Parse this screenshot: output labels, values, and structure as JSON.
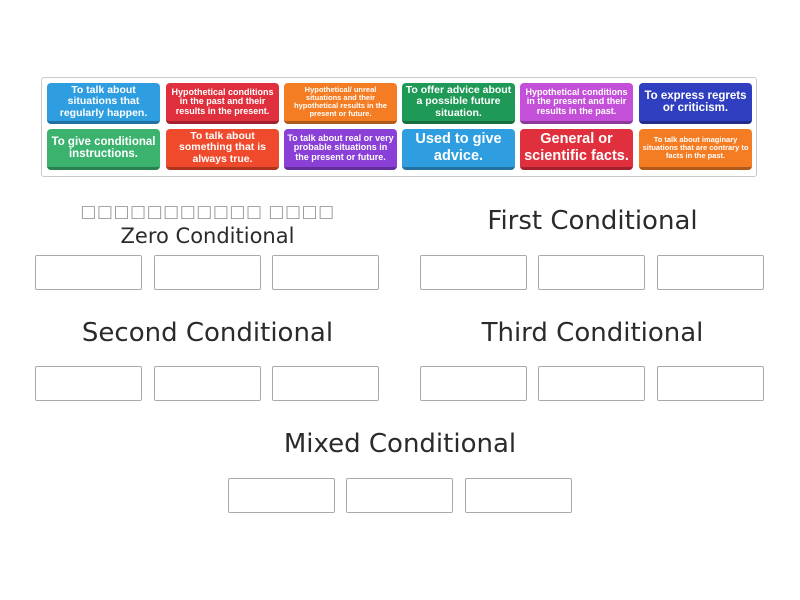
{
  "cards": [
    {
      "text": "To talk about situations that regularly happen.",
      "color": "#2e9ee0"
    },
    {
      "text": "Hypothetical conditions in the past and their results in the present.",
      "color": "#e0303d"
    },
    {
      "text": "Hypothetical/ unreal situations and their hypothetical results in the present or future.",
      "color": "#f47c22"
    },
    {
      "text": "To offer advice about a possible future situation.",
      "color": "#1e9a56"
    },
    {
      "text": "Hypothetical conditions in the present and their results in the past.",
      "color": "#c44fd8"
    },
    {
      "text": "To express regrets or criticism.",
      "color": "#2f3fbf"
    },
    {
      "text": "To give conditional instructions.",
      "color": "#3bb36f"
    },
    {
      "text": "To talk about something that is always true.",
      "color": "#ef4a2c"
    },
    {
      "text": "To talk about real or very probable situations in the present or future.",
      "color": "#8a3fd6"
    },
    {
      "text": "Used to give advice.",
      "color": "#2e9ee0"
    },
    {
      "text": "General or scientific facts.",
      "color": "#e0303d"
    },
    {
      "text": "To talk about imaginary situations that are contrary to facts in the past.",
      "color": "#f47c22"
    }
  ],
  "groups": {
    "zero": {
      "glyphs": "□□□□□□□□□□□ □□□□",
      "title": "Zero Conditional"
    },
    "first": {
      "title": "First Conditional"
    },
    "second": {
      "title": "Second Conditional"
    },
    "third": {
      "title": "Third Conditional"
    },
    "mixed": {
      "title": "Mixed Conditional"
    }
  }
}
